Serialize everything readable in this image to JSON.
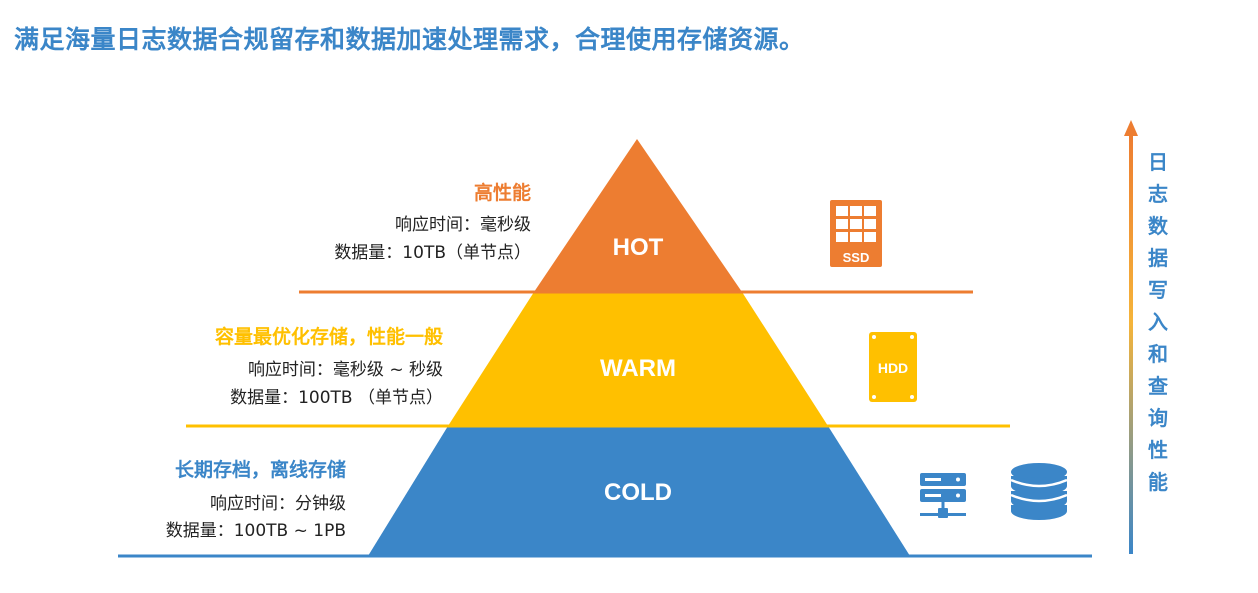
{
  "title": "满足海量日志数据合规留存和数据加速处理需求，合理使用存储资源。",
  "colors": {
    "hot": "#ed7d31",
    "warm": "#ffc000",
    "cold": "#3b86c8",
    "title": "#3b86c8"
  },
  "tiers": {
    "hot": {
      "label": "HOT",
      "heading": "高性能",
      "response": "响应时间：毫秒级",
      "volume": "数据量：10TB（单节点）",
      "icon": "ssd-icon",
      "icon_text": "SSD"
    },
    "warm": {
      "label": "WARM",
      "heading": "容量最优化存储，性能一般",
      "response": "响应时间：毫秒级 ~ 秒级",
      "volume": "数据量：100TB （单节点）",
      "icon": "hdd-icon",
      "icon_text": "HDD"
    },
    "cold": {
      "label": "COLD",
      "heading": "长期存档，离线存储",
      "response": "响应时间：分钟级",
      "volume": "数据量：100TB ~ 1PB",
      "icons": [
        "server-network-icon",
        "database-icon"
      ]
    }
  },
  "side_text": [
    "日",
    "志",
    "数",
    "据",
    "写",
    "入",
    "和",
    "查",
    "询",
    "性",
    "能"
  ]
}
